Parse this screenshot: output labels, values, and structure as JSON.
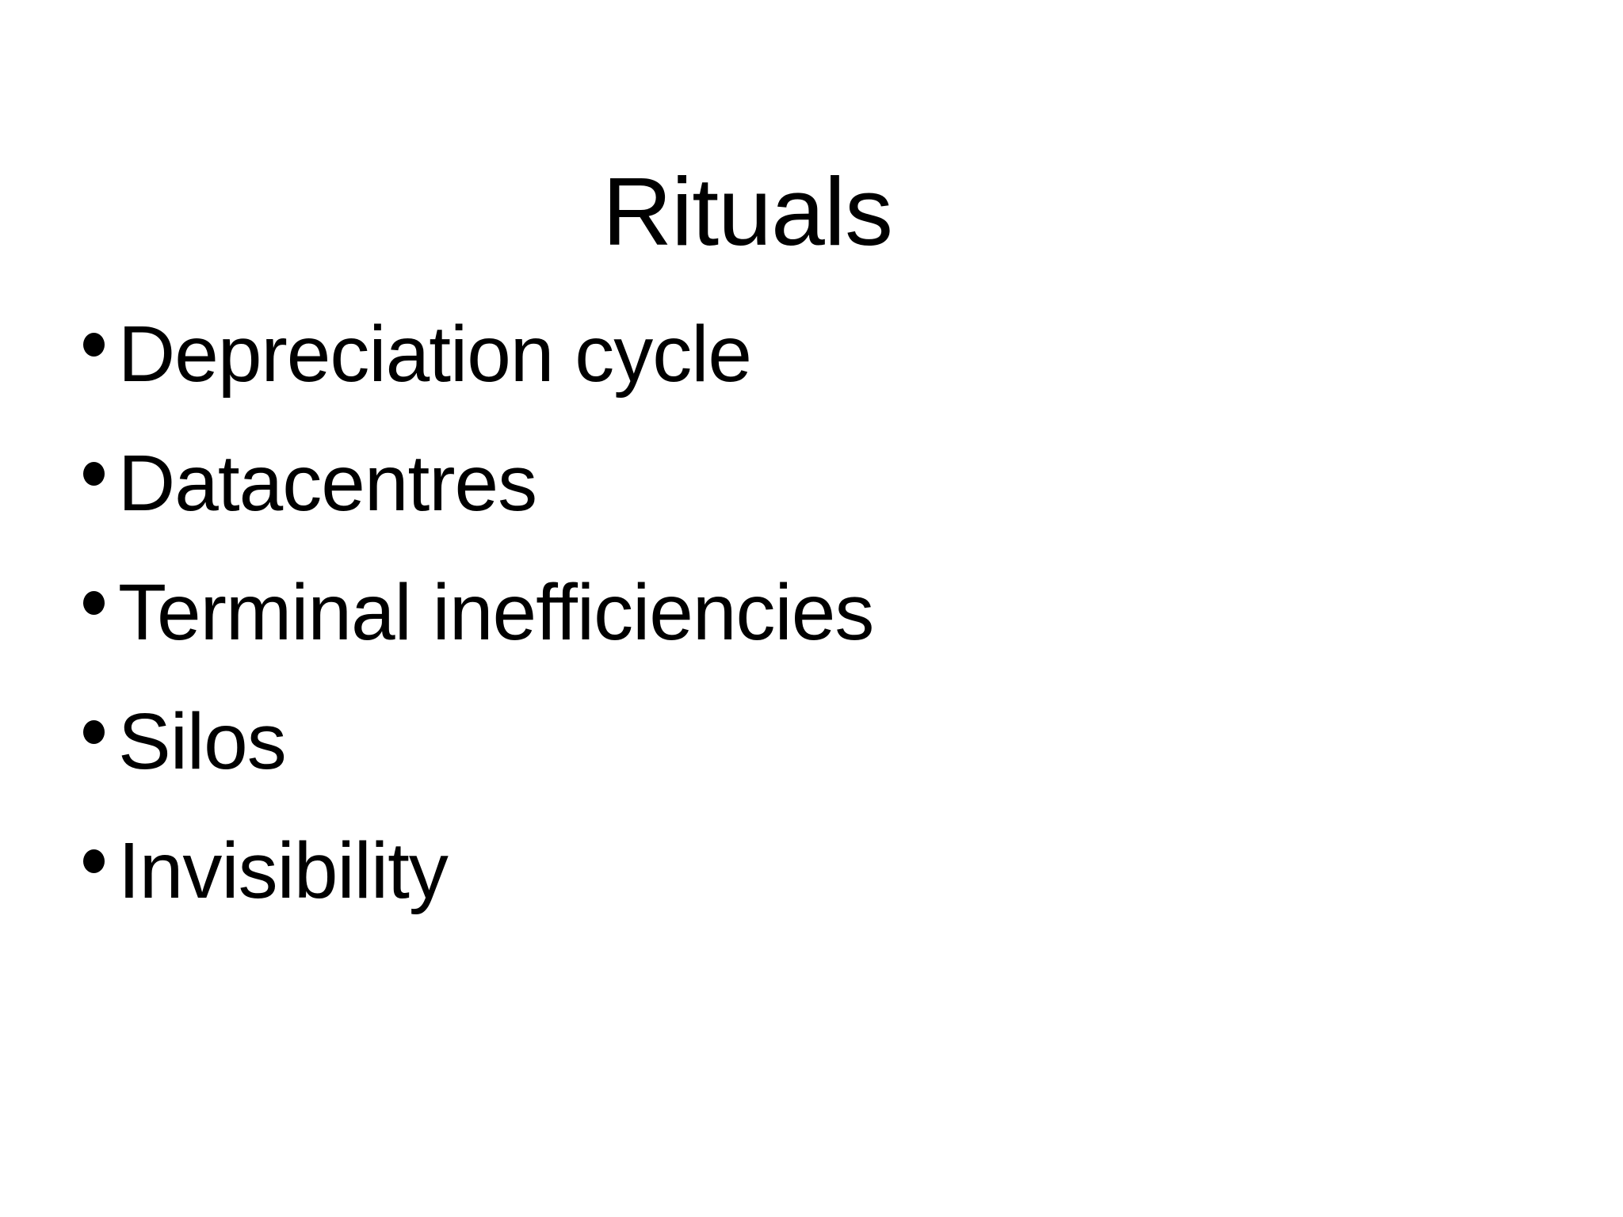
{
  "slide": {
    "title": "Rituals",
    "bullets": [
      "Depreciation cycle",
      "Datacentres",
      "Terminal inefficiencies",
      "Silos",
      "Invisibility"
    ],
    "colors": {
      "background": "#ffffff",
      "text": "#000000"
    }
  }
}
